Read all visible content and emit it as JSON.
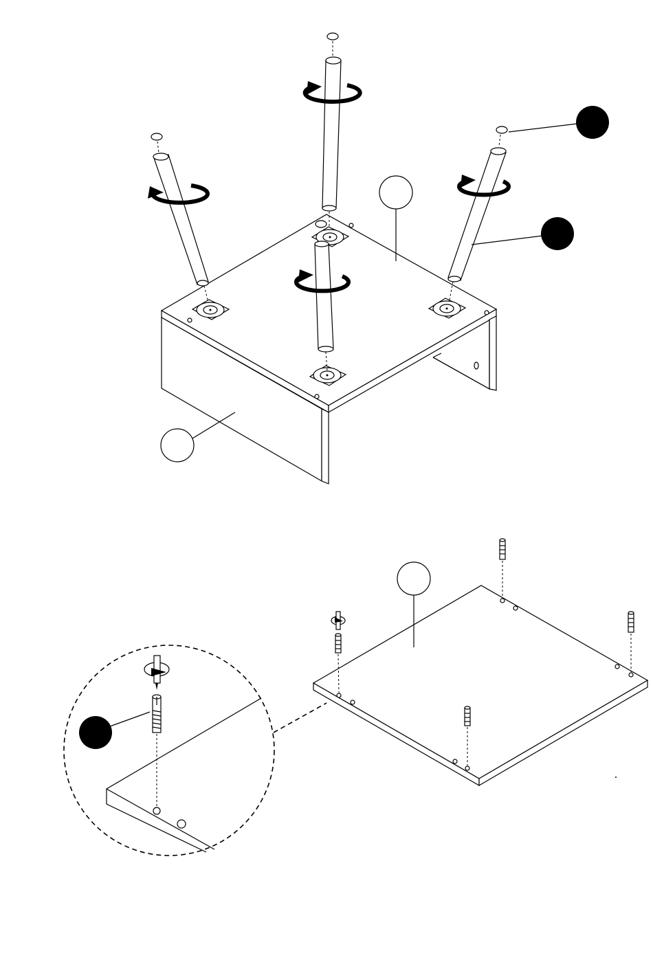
{
  "diagram": {
    "type": "assembly-instruction",
    "steps": [
      {
        "name": "attach-legs-step",
        "callouts": [
          {
            "name": "part-callout-top-panel",
            "style": "outline",
            "label": ""
          },
          {
            "name": "part-callout-side-panel",
            "style": "outline",
            "label": ""
          },
          {
            "name": "part-callout-leg",
            "style": "filled",
            "label": ""
          },
          {
            "name": "part-callout-leg-cap",
            "style": "filled",
            "label": ""
          }
        ],
        "legs": 4,
        "rotation_arrows": 4
      },
      {
        "name": "insert-fittings-step",
        "callouts": [
          {
            "name": "part-callout-panel",
            "style": "outline",
            "label": ""
          },
          {
            "name": "part-callout-cam-bolt",
            "style": "filled",
            "label": ""
          }
        ],
        "bolts": 4,
        "detail_view": "magnified-corner"
      }
    ]
  }
}
